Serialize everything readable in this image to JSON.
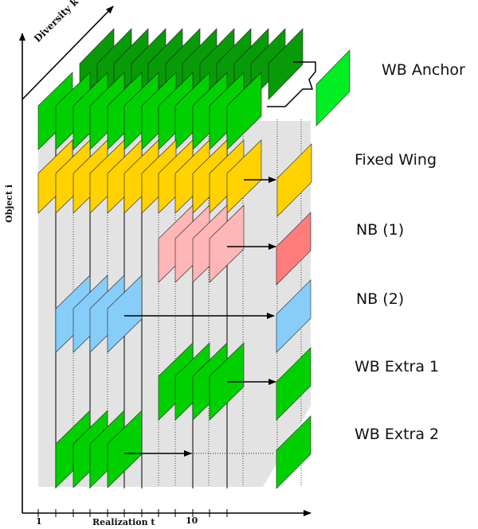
{
  "axes": {
    "diversity": "Diversity  k",
    "object": "Object  i",
    "realization": "Realization  t",
    "tick_1": "1",
    "tick_10": "10"
  },
  "rows": [
    {
      "key": "wb_anchor",
      "label": "WB Anchor",
      "color": "#00d000",
      "output_color": "#00ee22"
    },
    {
      "key": "fixed_wing",
      "label": "Fixed Wing",
      "color": "#ffd200",
      "output_color": "#ffd200"
    },
    {
      "key": "nb1",
      "label": "NB (1)",
      "color": "#ffb6b6",
      "output_color": "#ff7c7c"
    },
    {
      "key": "nb2",
      "label": "NB (2)",
      "color": "#87cdfa",
      "output_color": "#87cdfa"
    },
    {
      "key": "wb_extra1",
      "label": "WB Extra 1",
      "color": "#00d000",
      "output_color": "#00d000"
    },
    {
      "key": "wb_extra2",
      "label": "WB Extra 2",
      "color": "#00d000",
      "output_color": "#00d000"
    }
  ]
}
